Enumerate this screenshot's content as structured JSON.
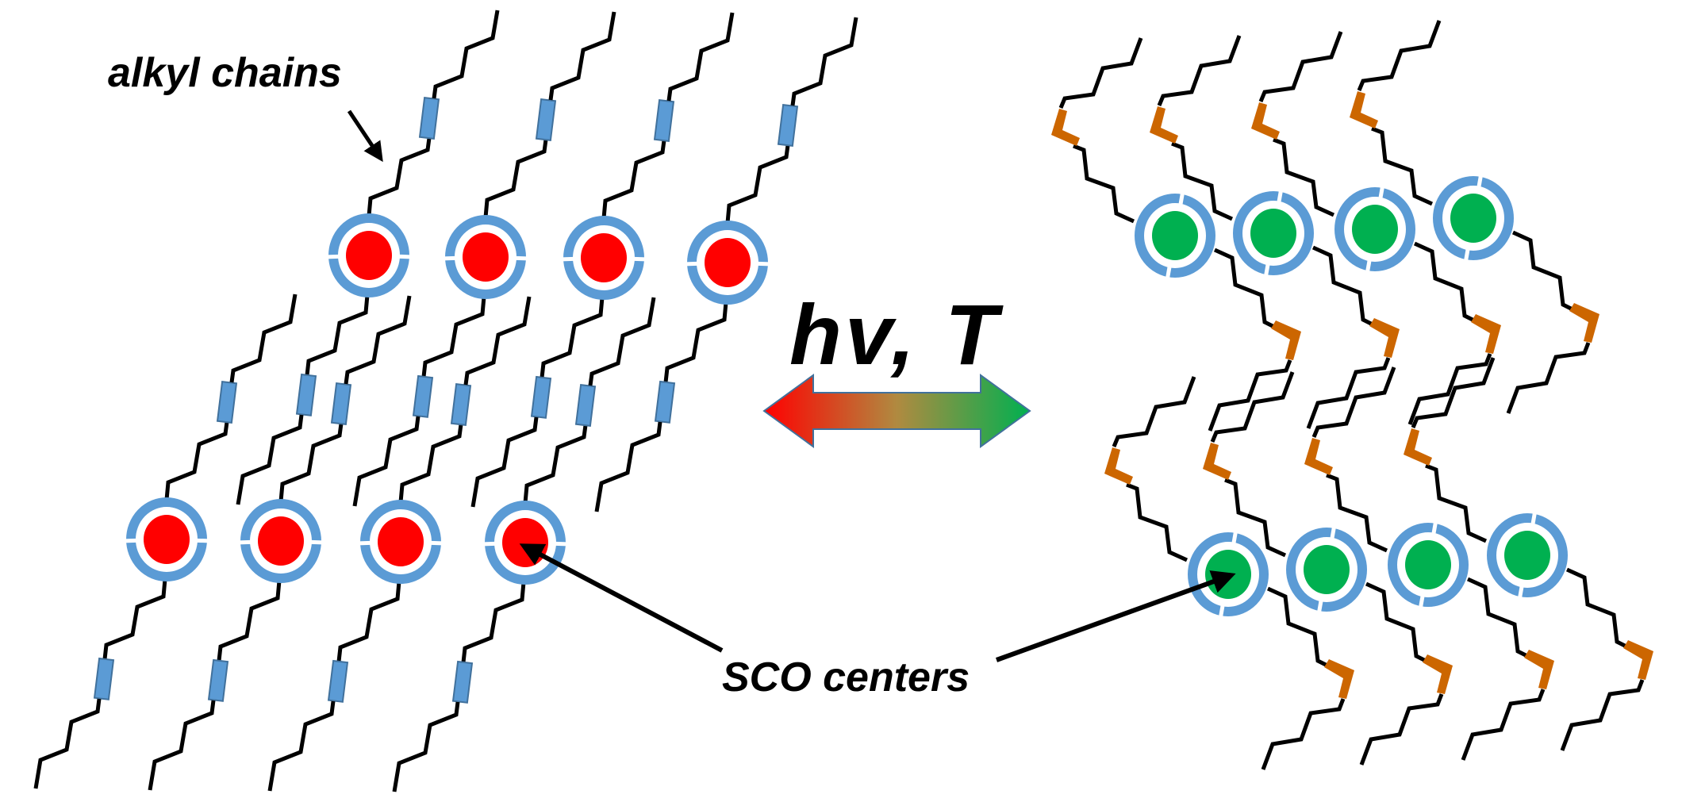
{
  "figure": {
    "labels": {
      "alkyl_chains": "alkyl chains",
      "sco_centers": "SCO centers",
      "stimulus": "hv, T"
    },
    "colors": {
      "chain": "#000000",
      "ring": "#5B9BD5",
      "low_spin_center": "#FF0000",
      "high_spin_center": "#00B050",
      "left_linker": "#5B9BD5",
      "left_linker_border": "#41719C",
      "right_linker": "#CC6600",
      "arrow_left_color": "#FF0000",
      "arrow_mid_color": "#B08A40",
      "arrow_right_color": "#00B050",
      "arrow_border": "#41719C"
    },
    "left_state": {
      "description": "straight tilted alkyl chains",
      "center_color_key": "low_spin_center",
      "linker_shape": "rectangle",
      "rows": [
        {
          "name": "upper-row",
          "molecule_count": 4
        },
        {
          "name": "lower-row",
          "molecule_count": 4
        }
      ]
    },
    "right_state": {
      "description": "bent (zigzag chevron) alkyl chains",
      "center_color_key": "high_spin_center",
      "linker_shape": "L-bracket",
      "rows": [
        {
          "name": "upper-row",
          "molecule_count": 4
        },
        {
          "name": "lower-row",
          "molecule_count": 4
        }
      ]
    },
    "transition_arrow": {
      "type": "double-headed",
      "direction": "bidirectional"
    }
  }
}
